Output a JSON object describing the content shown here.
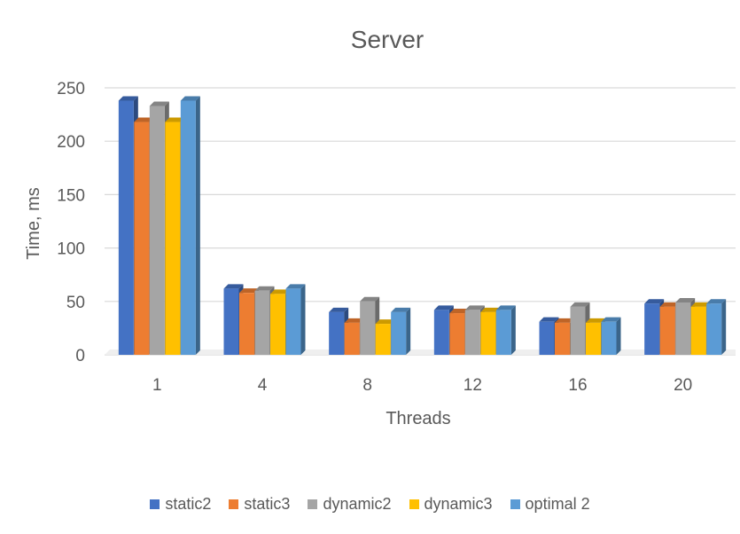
{
  "chart_data": {
    "type": "bar",
    "title": "Server",
    "xlabel": "Threads",
    "ylabel": "Time, ms",
    "categories": [
      "1",
      "4",
      "8",
      "12",
      "16",
      "20"
    ],
    "ylim": [
      0,
      250
    ],
    "yticks": [
      "0",
      "50",
      "100",
      "150",
      "200",
      "250"
    ],
    "grid": true,
    "legend_position": "bottom",
    "series": [
      {
        "name": "static2",
        "color": "#4472C4",
        "values": [
          238,
          62,
          40,
          42,
          31,
          48
        ]
      },
      {
        "name": "static3",
        "color": "#ED7D31",
        "values": [
          218,
          58,
          30,
          39,
          30,
          45
        ]
      },
      {
        "name": "dynamic2",
        "color": "#A5A5A5",
        "values": [
          233,
          60,
          50,
          42,
          45,
          49
        ]
      },
      {
        "name": "dynamic3",
        "color": "#FFC000",
        "values": [
          218,
          57,
          29,
          40,
          30,
          45
        ]
      },
      {
        "name": "optimal 2",
        "color": "#5B9BD5",
        "values": [
          238,
          62,
          40,
          42,
          31,
          48
        ]
      }
    ]
  }
}
